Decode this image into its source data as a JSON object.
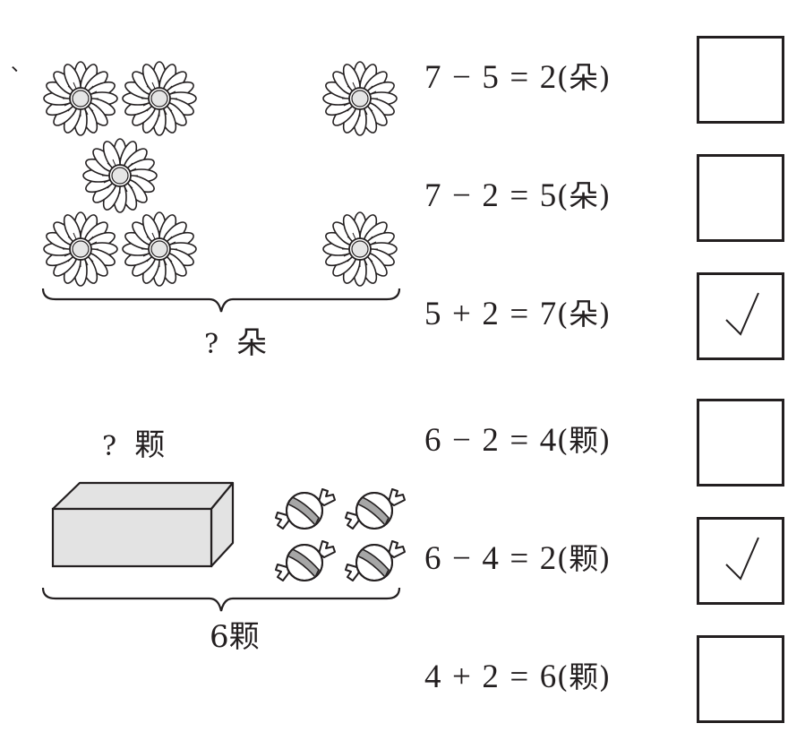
{
  "question_mark_symbol": "、",
  "flowers": {
    "count_shown": 7,
    "total_label": {
      "question": "?",
      "unit": "朵"
    }
  },
  "candies": {
    "hidden_label": {
      "question": "?",
      "unit": "颗"
    },
    "visible_count": 4,
    "total_label": {
      "value": "6",
      "unit": "颗"
    }
  },
  "equations": [
    {
      "a": "7",
      "op": "−",
      "b": "5",
      "eq": "=",
      "result": "2",
      "unit": "(朵)",
      "checked": false,
      "check_mark": ""
    },
    {
      "a": "7",
      "op": "−",
      "b": "2",
      "eq": "=",
      "result": "5",
      "unit": "(朵)",
      "checked": false,
      "check_mark": ""
    },
    {
      "a": "5",
      "op": "+",
      "b": "2",
      "eq": "=",
      "result": "7",
      "unit": "(朵)",
      "checked": true,
      "check_mark": "√"
    },
    {
      "a": "6",
      "op": "−",
      "b": "2",
      "eq": "=",
      "result": "4",
      "unit": "(颗)",
      "checked": false,
      "check_mark": ""
    },
    {
      "a": "6",
      "op": "−",
      "b": "4",
      "eq": "=",
      "result": "2",
      "unit": "(颗)",
      "checked": true,
      "check_mark": "√"
    },
    {
      "a": "4",
      "op": "+",
      "b": "2",
      "eq": "=",
      "result": "6",
      "unit": "(颗)",
      "checked": false,
      "check_mark": ""
    }
  ],
  "colors": {
    "ink": "#231f20",
    "flower_center": "#e6e6e6",
    "box_fill": "#e3e3e3",
    "candy_stripe": "#a6a6a6"
  }
}
